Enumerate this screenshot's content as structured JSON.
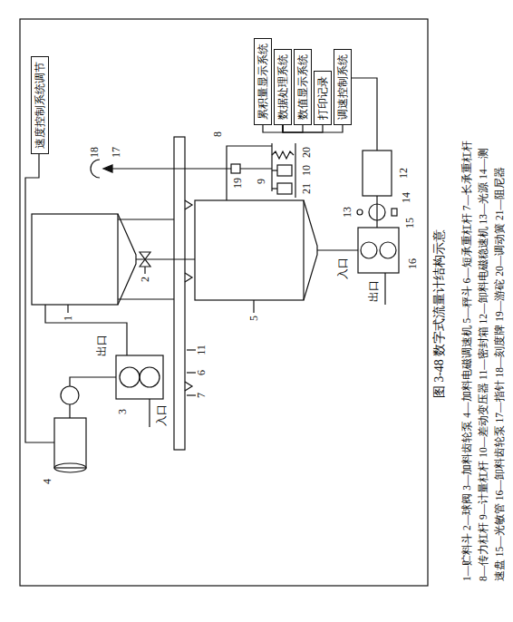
{
  "diagram": {
    "caption": "图 3-48 数字式流量计结构示意",
    "nodes": [
      {
        "text": [
          "速度控制系统调节"
        ]
      },
      {
        "text": [
          "累积量显示系统"
        ]
      },
      {
        "text": [
          "数据处理系统"
        ]
      },
      {
        "text": [
          "数值显示系统"
        ]
      },
      {
        "text": [
          "打印记录"
        ]
      },
      {
        "text": [
          "调速控制系统"
        ]
      }
    ],
    "edges": [
      {
        "from": 2,
        "to": 1,
        "arrow": "none"
      },
      {
        "from": 2,
        "to": 3,
        "arrow": "none"
      },
      {
        "from": 2,
        "to": 4,
        "arrow": "none"
      },
      {
        "from": 2,
        "to": 5,
        "arrow": "none"
      }
    ],
    "labels": [
      "1",
      "2",
      "3",
      "4",
      "5",
      "6",
      "7",
      "8",
      "9",
      "10",
      "11",
      "12",
      "13",
      "14",
      "15",
      "16",
      "17",
      "18",
      "19",
      "20",
      "21",
      "出口",
      "入口",
      "出口",
      "入口",
      "1—贮料斗 2—球阀 3—加料齿轮泵 4—加料电磁调速机 5—秤斗 6—短承重杠杆 7—长承重杠杆",
      "8—传力杠杆 9—计量杠杆 10—差动变压器 11—密封箱 12—卸料电磁稳速机 13—光源 14—测",
      "速盘 15—光敏管 16—卸料齿轮泵 17—指针 18—刻度牌 19—游砣 20—调动簧 21—阻尼器"
    ]
  }
}
